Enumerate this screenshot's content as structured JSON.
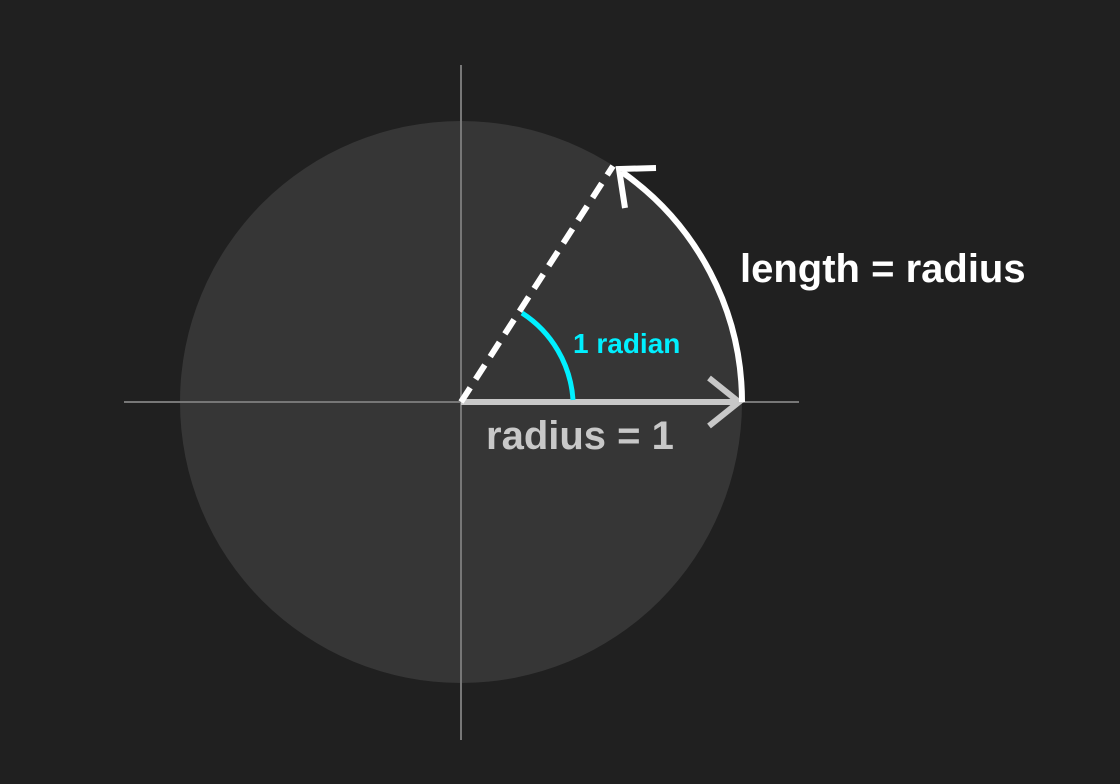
{
  "labels": {
    "arc_length": "length = radius",
    "radius": "radius = 1",
    "angle": "1 radian"
  },
  "colors": {
    "background": "#202020",
    "circle_fill": "#363636",
    "axis": "#777777",
    "arc": "#ffffff",
    "radius_arrow": "#c8c8c8",
    "angle_marker": "#00f0ff"
  }
}
